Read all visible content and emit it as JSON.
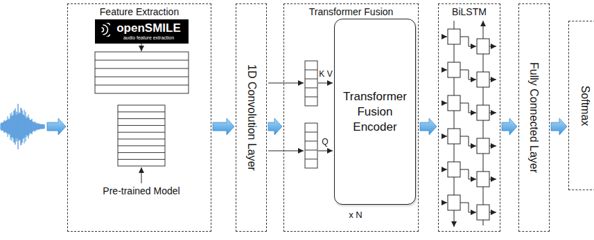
{
  "diagram": {
    "nodes": [
      {
        "text": [
          "Feature Extraction"
        ]
      },
      {
        "text": [
          "openSMILE",
          "audio feature extraction"
        ],
        "in": 0
      },
      {
        "text": [
          "1D Convolution Layer"
        ]
      },
      {
        "text": [
          "Transformer Fusion"
        ]
      },
      {
        "text": [
          "Transformer Fusion Encoder"
        ],
        "in": 3
      },
      {
        "text": [
          "BiLSTM"
        ]
      },
      {
        "text": [
          "Fully Connected Layer"
        ]
      },
      {
        "text": [
          "Softmax"
        ]
      }
    ],
    "edges": [
      {
        "from": 0,
        "to": 2,
        "arrow": "to"
      },
      {
        "from": 2,
        "to": 3,
        "arrow": "to"
      },
      {
        "from": 3,
        "to": 5,
        "arrow": "to"
      },
      {
        "from": 5,
        "to": 6,
        "arrow": "to"
      },
      {
        "from": 6,
        "to": 7,
        "arrow": "to"
      }
    ],
    "labels": [
      "Pre-trained Model",
      "K V",
      "Q",
      "x N"
    ]
  }
}
